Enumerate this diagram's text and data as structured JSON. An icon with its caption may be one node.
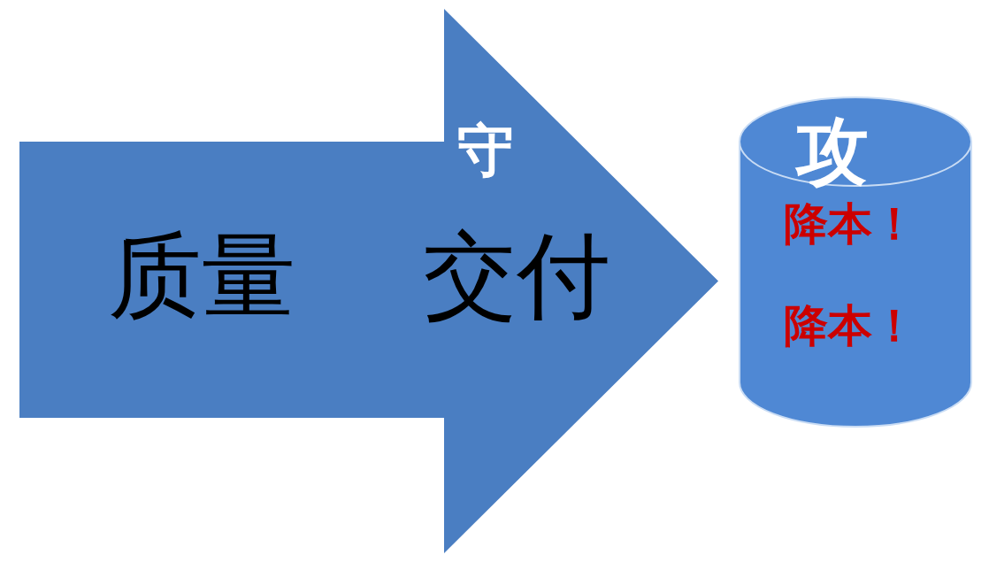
{
  "diagram": {
    "nodes": [
      {
        "text": [
          "守",
          "质量",
          "交付"
        ]
      },
      {
        "text": [
          "攻",
          "降本！",
          "降本！"
        ]
      }
    ]
  }
}
